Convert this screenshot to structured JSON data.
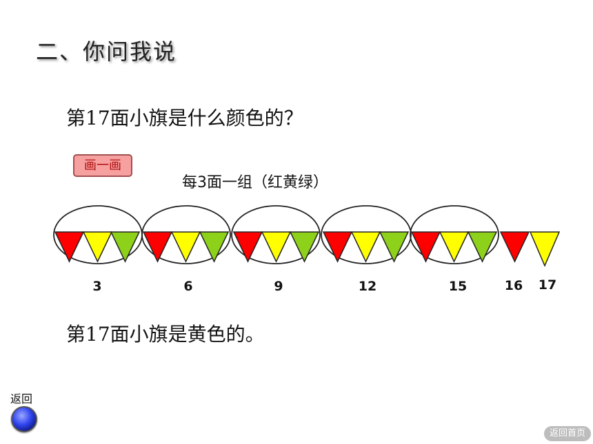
{
  "section_title": "二、你问我说",
  "question": "第17面小旗是什么颜色的？",
  "draw_button": "画一画",
  "group_note": "每3面一组（红黄绿）",
  "answer": "第17面小旗是黄色的。",
  "back_label": "返回",
  "home_button": "返回首页",
  "colors": {
    "red": "#ff0000",
    "yellow": "#ffff00",
    "green": "#8ed11a",
    "outline": "#222222",
    "circle": "#222222"
  },
  "flags": [
    "red",
    "yellow",
    "green",
    "red",
    "yellow",
    "green",
    "red",
    "yellow",
    "green",
    "red",
    "yellow",
    "green",
    "red",
    "yellow",
    "green",
    "red",
    "yellow"
  ],
  "count_labels": [
    "3",
    "6",
    "9",
    "12",
    "15",
    "16",
    "17"
  ]
}
